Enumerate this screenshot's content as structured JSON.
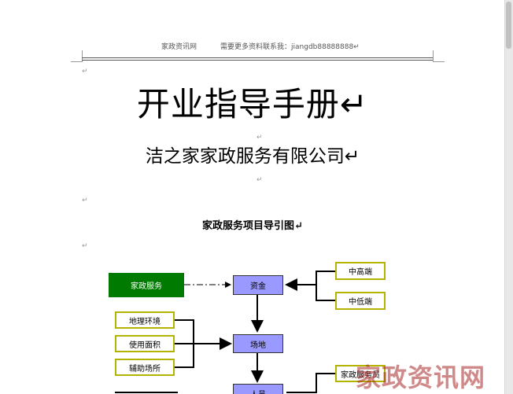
{
  "header": {
    "site_name": "家政资讯网",
    "contact": "需要更多资料联系我：jiangdb88888888↵"
  },
  "paragraph_mark": "↵",
  "title": "开业指导手册↵",
  "subtitle": "洁之家家政服务有限公司↵",
  "section_heading": "家政服务项目导引图↵",
  "diagram": {
    "service": "家政服务",
    "funds": "资金",
    "site": "场地",
    "staff": "人员",
    "high_end": "中高端",
    "low_end": "中低端",
    "location_env": "地理环境",
    "usable_area": "使用面积",
    "aux_site": "辅助场所",
    "staff_role": "家政服务员"
  },
  "watermark": "家政资讯网",
  "colors": {
    "service_box": "#007a00",
    "core_box": "#9999ff",
    "option_border": "#b3b300"
  }
}
